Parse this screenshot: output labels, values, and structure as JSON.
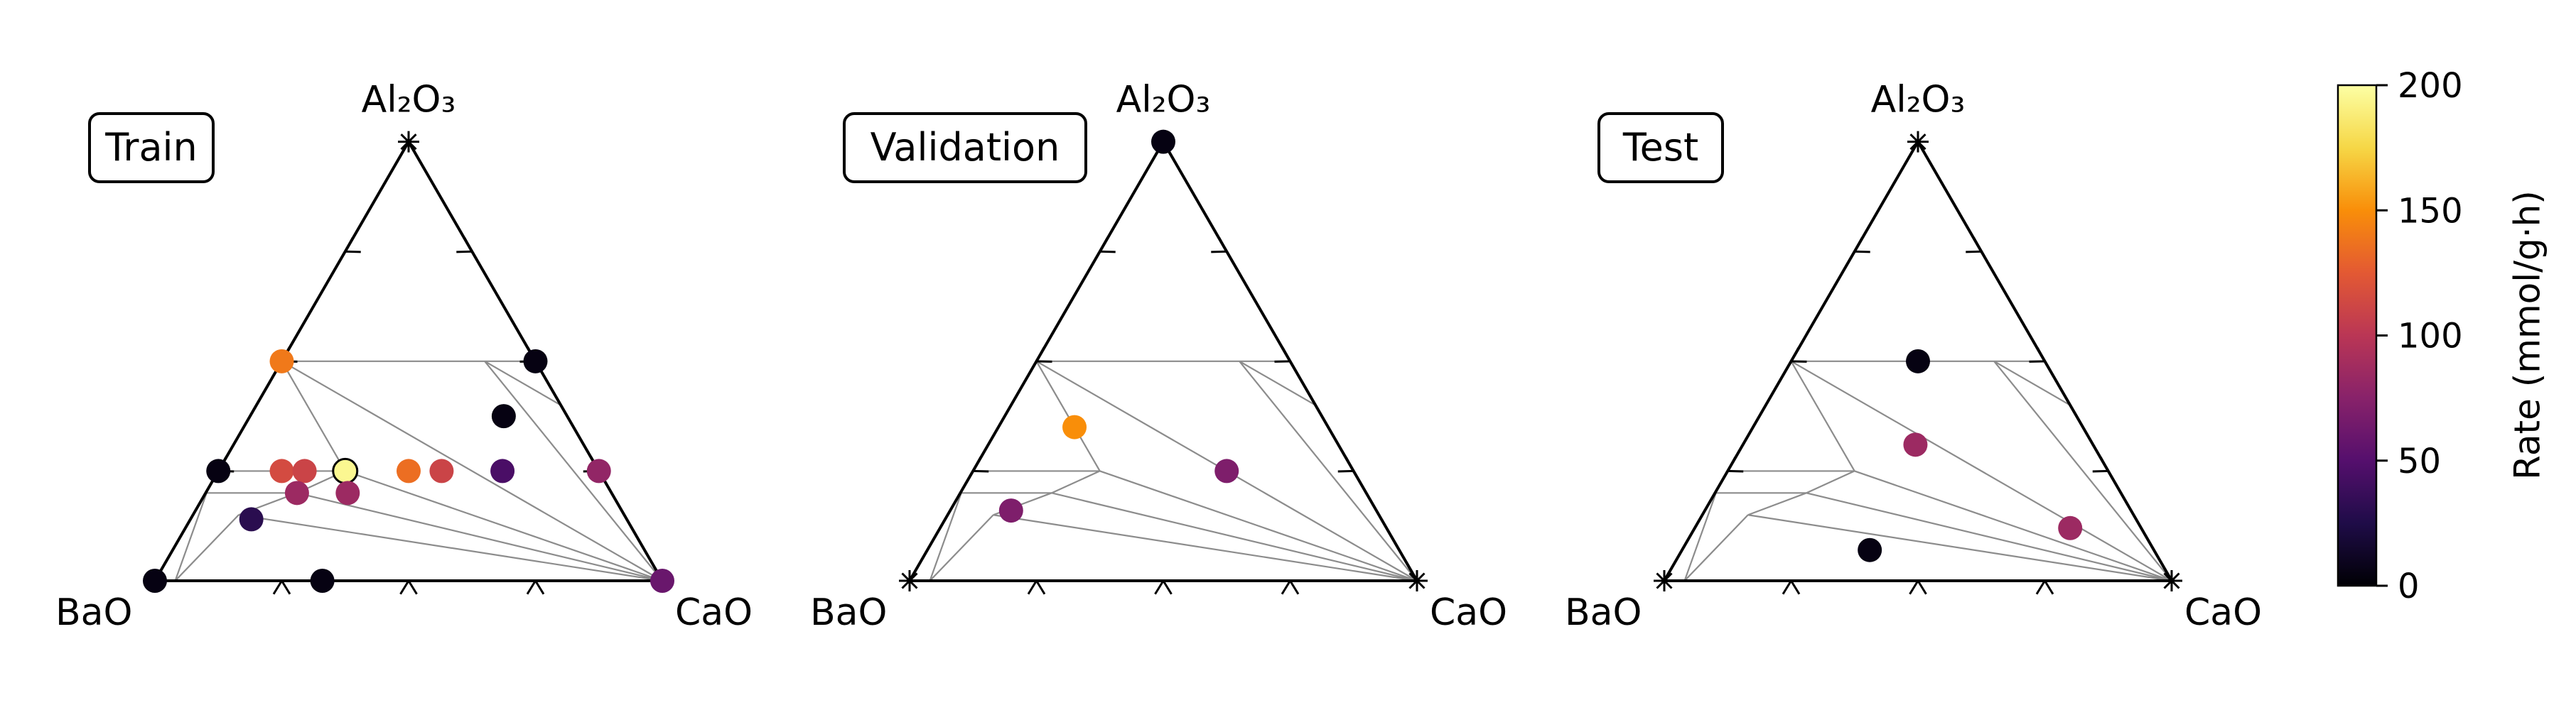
{
  "chart_data": {
    "type": "scatter",
    "subtype": "ternary",
    "axes": {
      "top": "Al2O3",
      "left": "BaO",
      "right": "CaO"
    },
    "axis_labels": {
      "top": "Al₂O₃",
      "left": "BaO",
      "right": "CaO"
    },
    "tick_fractions": [
      0.25,
      0.5,
      0.75
    ],
    "grid": "phase-region tie lines (gray)",
    "colormap": "inferno",
    "colorbar": {
      "label": "Rate (mmol/g·h)",
      "min": 0,
      "max": 200,
      "ticks": [
        "0",
        "50",
        "100",
        "150",
        "200"
      ]
    },
    "panels": [
      {
        "title": "Train",
        "points": [
          {
            "BaO": 0.5,
            "Al2O3": 0.5,
            "CaO": 0.0,
            "rate": 140
          },
          {
            "BaO": 0.0,
            "Al2O3": 0.5,
            "CaO": 0.5,
            "rate": 5
          },
          {
            "BaO": 0.75,
            "Al2O3": 0.25,
            "CaO": 0.0,
            "rate": 5
          },
          {
            "BaO": 0.125,
            "Al2O3": 0.375,
            "CaO": 0.5,
            "rate": 5
          },
          {
            "BaO": 0.625,
            "Al2O3": 0.25,
            "CaO": 0.125,
            "rate": 115
          },
          {
            "BaO": 0.58,
            "Al2O3": 0.25,
            "CaO": 0.17,
            "rate": 110
          },
          {
            "BaO": 0.5,
            "Al2O3": 0.25,
            "CaO": 0.25,
            "rate": 195
          },
          {
            "BaO": 0.375,
            "Al2O3": 0.25,
            "CaO": 0.375,
            "rate": 135
          },
          {
            "BaO": 0.31,
            "Al2O3": 0.25,
            "CaO": 0.44,
            "rate": 110
          },
          {
            "BaO": 0.19,
            "Al2O3": 0.25,
            "CaO": 0.56,
            "rate": 45
          },
          {
            "BaO": 0.0,
            "Al2O3": 0.25,
            "CaO": 0.75,
            "rate": 80
          },
          {
            "BaO": 0.62,
            "Al2O3": 0.2,
            "CaO": 0.18,
            "rate": 85
          },
          {
            "BaO": 0.52,
            "Al2O3": 0.2,
            "CaO": 0.28,
            "rate": 85
          },
          {
            "BaO": 0.74,
            "Al2O3": 0.14,
            "CaO": 0.12,
            "rate": 30
          },
          {
            "BaO": 1.0,
            "Al2O3": 0.0,
            "CaO": 0.0,
            "rate": 5
          },
          {
            "BaO": 0.67,
            "Al2O3": 0.0,
            "CaO": 0.33,
            "rate": 5
          },
          {
            "BaO": 0.0,
            "Al2O3": 0.0,
            "CaO": 1.0,
            "rate": 60
          }
        ]
      },
      {
        "title": "Validation",
        "points": [
          {
            "BaO": 0.0,
            "Al2O3": 1.0,
            "CaO": 0.0,
            "rate": 5
          },
          {
            "BaO": 0.5,
            "Al2O3": 0.35,
            "CaO": 0.15,
            "rate": 150
          },
          {
            "BaO": 0.25,
            "Al2O3": 0.25,
            "CaO": 0.5,
            "rate": 70
          },
          {
            "BaO": 0.72,
            "Al2O3": 0.16,
            "CaO": 0.12,
            "rate": 70
          }
        ]
      },
      {
        "title": "Test",
        "points": [
          {
            "BaO": 0.25,
            "Al2O3": 0.5,
            "CaO": 0.25,
            "rate": 5
          },
          {
            "BaO": 0.35,
            "Al2O3": 0.31,
            "CaO": 0.34,
            "rate": 85
          },
          {
            "BaO": 0.14,
            "Al2O3": 0.12,
            "CaO": 0.74,
            "rate": 85
          },
          {
            "BaO": 0.56,
            "Al2O3": 0.07,
            "CaO": 0.37,
            "rate": 5
          }
        ]
      }
    ],
    "tie_lines": [
      {
        "from": {
          "BaO": 0.5,
          "Al2O3": 0.5,
          "CaO": 0.0
        },
        "to": {
          "BaO": 0.0,
          "Al2O3": 0.5,
          "CaO": 0.5
        }
      },
      {
        "from": {
          "BaO": 0.5,
          "Al2O3": 0.5,
          "CaO": 0.0
        },
        "to": {
          "BaO": 0.0,
          "Al2O3": 0.0,
          "CaO": 1.0
        }
      },
      {
        "from": {
          "BaO": 0.5,
          "Al2O3": 0.5,
          "CaO": 0.0
        },
        "to": {
          "BaO": 0.5,
          "Al2O3": 0.25,
          "CaO": 0.25
        }
      },
      {
        "from": {
          "BaO": 0.5,
          "Al2O3": 0.25,
          "CaO": 0.25
        },
        "to": {
          "BaO": 0.0,
          "Al2O3": 0.0,
          "CaO": 1.0
        }
      },
      {
        "from": {
          "BaO": 0.75,
          "Al2O3": 0.25,
          "CaO": 0.0
        },
        "to": {
          "BaO": 0.5,
          "Al2O3": 0.25,
          "CaO": 0.25
        }
      },
      {
        "from": {
          "BaO": 0.1,
          "Al2O3": 0.5,
          "CaO": 0.4
        },
        "to": {
          "BaO": 0.0,
          "Al2O3": 0.0,
          "CaO": 1.0
        }
      },
      {
        "from": {
          "BaO": 0.1,
          "Al2O3": 0.5,
          "CaO": 0.4
        },
        "to": {
          "BaO": 0.0,
          "Al2O3": 0.4,
          "CaO": 0.6
        }
      },
      {
        "from": {
          "BaO": 0.5,
          "Al2O3": 0.25,
          "CaO": 0.25
        },
        "to": {
          "BaO": 0.62,
          "Al2O3": 0.2,
          "CaO": 0.18
        }
      },
      {
        "from": {
          "BaO": 0.8,
          "Al2O3": 0.2,
          "CaO": 0.0
        },
        "to": {
          "BaO": 0.62,
          "Al2O3": 0.2,
          "CaO": 0.18
        }
      },
      {
        "from": {
          "BaO": 0.62,
          "Al2O3": 0.2,
          "CaO": 0.18
        },
        "to": {
          "BaO": 0.0,
          "Al2O3": 0.0,
          "CaO": 1.0
        }
      },
      {
        "from": {
          "BaO": 0.76,
          "Al2O3": 0.15,
          "CaO": 0.09
        },
        "to": {
          "BaO": 0.62,
          "Al2O3": 0.2,
          "CaO": 0.18
        }
      },
      {
        "from": {
          "BaO": 0.76,
          "Al2O3": 0.15,
          "CaO": 0.09
        },
        "to": {
          "BaO": 0.0,
          "Al2O3": 0.0,
          "CaO": 1.0
        }
      },
      {
        "from": {
          "BaO": 0.76,
          "Al2O3": 0.15,
          "CaO": 0.09
        },
        "to": {
          "BaO": 0.96,
          "Al2O3": 0.0,
          "CaO": 0.04
        }
      },
      {
        "from": {
          "BaO": 0.79,
          "Al2O3": 0.21,
          "CaO": 0.0
        },
        "to": {
          "BaO": 0.96,
          "Al2O3": 0.0,
          "CaO": 0.04
        }
      }
    ]
  }
}
